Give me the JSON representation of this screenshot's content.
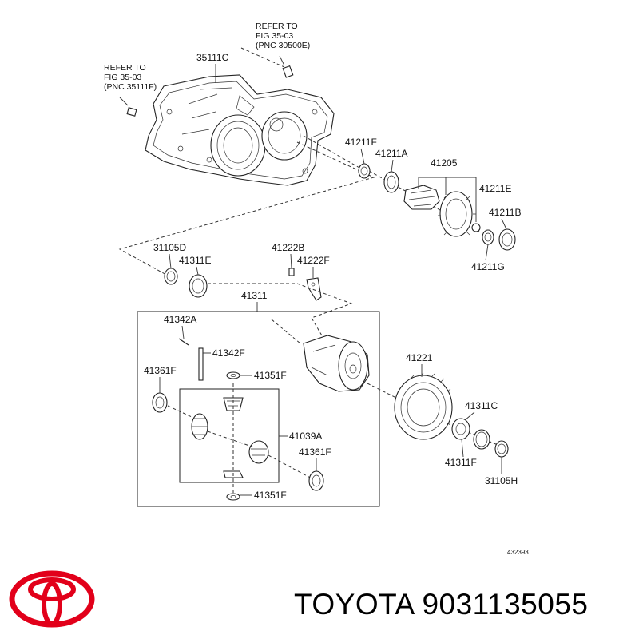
{
  "brand": {
    "name_line": "TOYOTA 9031135055",
    "logo_color": "#e2001a"
  },
  "diagram": {
    "figure_number": "432393",
    "refs": {
      "ref_top": {
        "line1": "REFER TO",
        "line2": "FIG 35-03",
        "line3": "(PNC 30500E)"
      },
      "ref_left": {
        "line1": "REFER TO",
        "line2": "FIG 35-03",
        "line3": "(PNC 35111F)"
      }
    },
    "labels": {
      "p35111C": "35111C",
      "p41211F": "41211F",
      "p41211A": "41211A",
      "p41205": "41205",
      "p41211E": "41211E",
      "p41211B": "41211B",
      "p41211G": "41211G",
      "p31105D": "31105D",
      "p41311E": "41311E",
      "p41222B": "41222B",
      "p41222F": "41222F",
      "p41311": "41311",
      "p41342A": "41342A",
      "p41342F": "41342F",
      "p41361F_a": "41361F",
      "p41351F_a": "41351F",
      "p41039A": "41039A",
      "p41361F_b": "41361F",
      "p41351F_b": "41351F",
      "p41221": "41221",
      "p41311C": "41311C",
      "p41311F": "41311F",
      "p31105H": "31105H"
    }
  }
}
